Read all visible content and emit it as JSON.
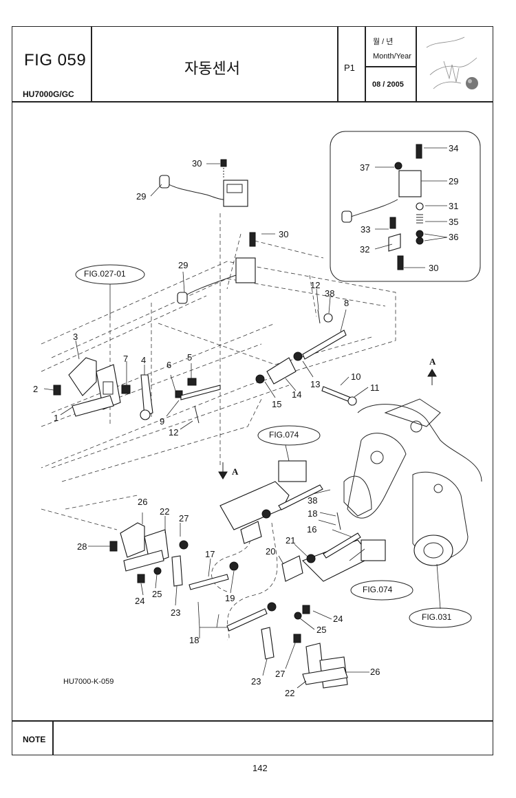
{
  "header": {
    "fig_label": "FIG 059",
    "model": "HU7000G/GC",
    "title": "자동센서",
    "page": "P1",
    "month_year_kr": "월 / 년",
    "month_year_en": "Month/Year",
    "date": "08 / 2005"
  },
  "diagram": {
    "drawing_id": "HU7000-K-059",
    "callouts": [
      "30",
      "29",
      "30",
      "29",
      "FIG.027-01",
      "12",
      "38",
      "8",
      "3",
      "7",
      "4",
      "6",
      "5",
      "2",
      "1",
      "9",
      "12",
      "15",
      "14",
      "13",
      "10",
      "11",
      "A",
      "FIG.074",
      "A",
      "38",
      "18",
      "16",
      "26",
      "22",
      "27",
      "28",
      "25",
      "24",
      "23",
      "17",
      "19",
      "20",
      "21",
      "FIG.074",
      "FIG.031",
      "18",
      "24",
      "25",
      "27",
      "26",
      "23",
      "22"
    ],
    "inset_callouts": [
      "34",
      "37",
      "29",
      "31",
      "33",
      "35",
      "36",
      "32",
      "30"
    ]
  },
  "footer": {
    "note_label": "NOTE",
    "page_number": "142"
  },
  "colors": {
    "line": "#222222",
    "paper": "#ffffff"
  }
}
